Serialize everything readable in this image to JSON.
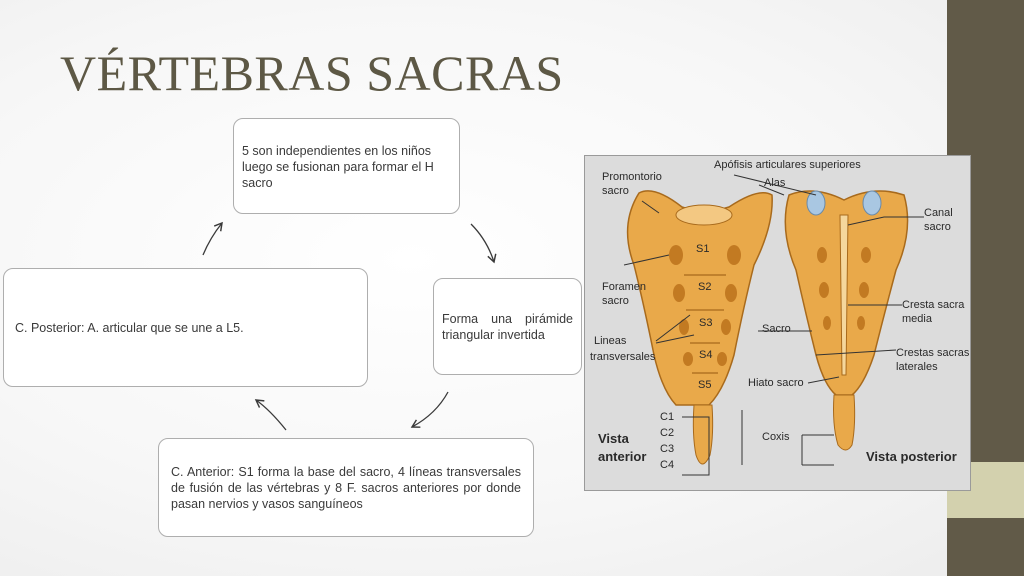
{
  "title": "VÉRTEBRAS SACRAS",
  "cycle": {
    "top": "5 son independientes en los niños luego se fusionan para formar el H sacro",
    "right": "Forma una pirámide triangular invertida",
    "bottom": "C. Anterior: S1 forma la base del sacro, 4 líneas transversales de fusión de las vértebras y 8 F. sacros anteriores por donde pasan nervios y vasos sanguíneos",
    "left": "C. Posterior: A. articular que se une a L5."
  },
  "figure": {
    "labels": {
      "promontorio": "Promontorio",
      "sacro_top": "sacro",
      "apofisis": "Apófisis articulares superiores",
      "alas": "Alas",
      "canal": "Canal",
      "canal_sacro": "sacro",
      "foramen": "Foramen",
      "foramen_sacro": "sacro",
      "lineas": "Lineas",
      "transversales": "transversales",
      "sacro_mid": "Sacro",
      "cresta_media_1": "Cresta sacra",
      "cresta_media_2": "media",
      "crestas_lat_1": "Crestas sacras",
      "crestas_lat_2": "laterales",
      "hiato": "Hiato sacro",
      "coxis": "Coxis",
      "s1": "S1",
      "s2": "S2",
      "s3": "S3",
      "s4": "S4",
      "s5": "S5",
      "c1": "C1",
      "c2": "C2",
      "c3": "C3",
      "c4": "C4",
      "vista_anterior_1": "Vista",
      "vista_anterior_2": "anterior",
      "vista_posterior": "Vista posterior"
    }
  },
  "colors": {
    "title": "#5d5845",
    "band_dark": "#615a48",
    "band_light": "#d3d1ae",
    "bone": "#e9a94a",
    "figure_bg": "#dedede"
  }
}
